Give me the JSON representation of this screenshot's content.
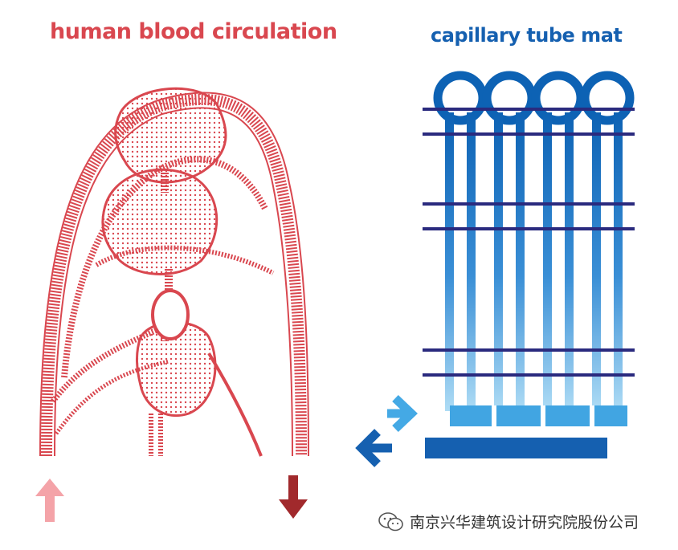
{
  "titles": {
    "left": "human blood circulation",
    "right": "capillary tube mat"
  },
  "watermark": {
    "text": "南京兴华建筑设计研究院股份公司",
    "icon": "wechat-icon"
  },
  "colors": {
    "blood_red": "#d9474f",
    "blood_light": "#f5c9cc",
    "arrow_in_pink": "#f4a3a8",
    "arrow_out_dark_red": "#a1292c",
    "tube_dark_blue": "#0d62b4",
    "tube_light_blue": "#aedcf5",
    "grid_navy": "#2a2a7e",
    "manifold_dark": "#1560b0",
    "manifold_light": "#41a5e2",
    "arrow_light_blue": "#44a9e5",
    "arrow_dark_blue": "#1560b0"
  },
  "icons": {
    "inflow_arrow": "arrow-up-icon",
    "outflow_arrow": "arrow-down-icon",
    "supply_arrow": "arrow-right-icon",
    "return_arrow": "arrow-left-icon"
  }
}
